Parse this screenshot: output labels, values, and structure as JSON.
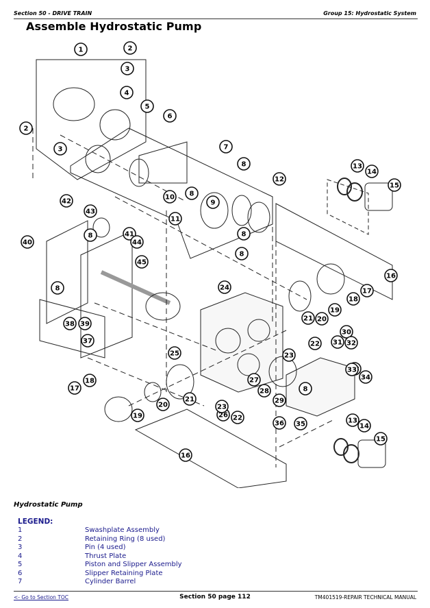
{
  "header": {
    "section": "Section 50 - DRIVE TRAIN",
    "group": "Group 15: Hydrostatic System"
  },
  "page_title": "Assemble Hydrostatic Pump",
  "diagram": {
    "callouts": [
      "1",
      "2",
      "3",
      "2",
      "3",
      "4",
      "5",
      "6",
      "7",
      "8",
      "8",
      "9",
      "10",
      "11",
      "12",
      "8",
      "13",
      "14",
      "15",
      "16",
      "17",
      "18",
      "19",
      "20",
      "21",
      "22",
      "23",
      "24",
      "25",
      "26",
      "27",
      "28",
      "29",
      "30",
      "31",
      "32",
      "33",
      "34",
      "35",
      "36",
      "8",
      "13",
      "14",
      "15",
      "16",
      "17",
      "18",
      "19",
      "20",
      "21",
      "22",
      "23",
      "33",
      "40",
      "42",
      "43",
      "41",
      "44",
      "45",
      "8",
      "8",
      "38",
      "39",
      "37",
      "8"
    ]
  },
  "figure_caption": "Hydrostatic Pump",
  "legend": {
    "heading": "LEGEND:",
    "items": [
      {
        "num": "1",
        "label": "Swashplate Assembly"
      },
      {
        "num": "2",
        "label": "Retaining Ring (8 used)"
      },
      {
        "num": "3",
        "label": "Pin (4 used)"
      },
      {
        "num": "4",
        "label": "Thrust Plate"
      },
      {
        "num": "5",
        "label": "Piston and Slipper Assembly"
      },
      {
        "num": "6",
        "label": "Slipper Retaining Plate"
      },
      {
        "num": "7",
        "label": "Cylinder Barrel"
      }
    ]
  },
  "footer": {
    "toc_link": "<- Go to Section TOC",
    "page": "Section 50 page 112",
    "manual": "TM401519-REPAIR TECHNICAL MANUAL"
  }
}
